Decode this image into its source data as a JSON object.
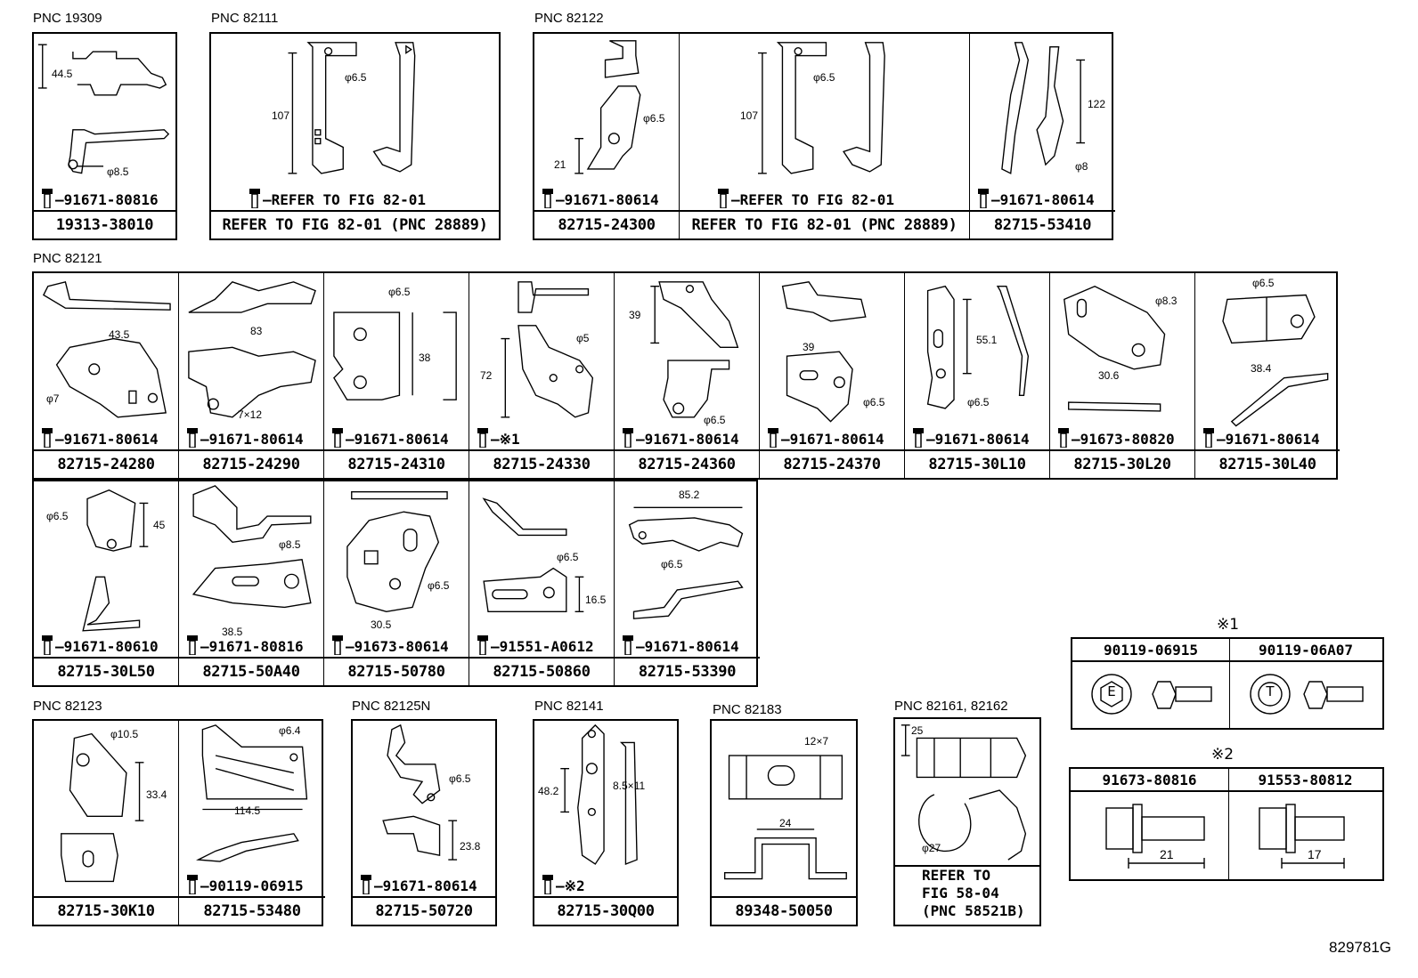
{
  "figure_id": "829781G",
  "groups": [
    {
      "pnc": "PNC 19309"
    },
    {
      "pnc": "PNC 82111"
    },
    {
      "pnc": "PNC 82122"
    },
    {
      "pnc": "PNC 82121"
    },
    {
      "pnc": "PNC 82123"
    },
    {
      "pnc": "PNC 82125N"
    },
    {
      "pnc": "PNC 82141"
    },
    {
      "pnc": "PNC 82183"
    },
    {
      "pnc": "PNC 82161, 82162"
    }
  ],
  "row1": [
    {
      "part": "19313-38010",
      "fastener": "91671-80816",
      "dims": [
        "44.5",
        "φ8.5"
      ]
    },
    {
      "part": "REFER TO FIG 82-01 (PNC 28889)",
      "fastener": "REFER TO FIG 82-01",
      "dims": [
        "107",
        "φ6.5"
      ]
    },
    {
      "part": "82715-24300",
      "fastener": "91671-80614",
      "dims": [
        "21",
        "φ6.5"
      ]
    },
    {
      "part": "REFER TO FIG 82-01 (PNC 28889)",
      "fastener": "REFER TO FIG 82-01",
      "dims": [
        "107",
        "φ6.5"
      ]
    },
    {
      "part": "82715-53410",
      "fastener": "91671-80614",
      "dims": [
        "122",
        "φ8"
      ]
    }
  ],
  "row2": [
    {
      "part": "82715-24280",
      "fastener": "91671-80614",
      "dims": [
        "43.5",
        "φ7"
      ]
    },
    {
      "part": "82715-24290",
      "fastener": "91671-80614",
      "dims": [
        "83",
        "7×12"
      ]
    },
    {
      "part": "82715-24310",
      "fastener": "91671-80614",
      "dims": [
        "φ6.5",
        "38"
      ]
    },
    {
      "part": "82715-24330",
      "fastener": "※1",
      "dims": [
        "φ5",
        "72"
      ]
    },
    {
      "part": "82715-24360",
      "fastener": "91671-80614",
      "dims": [
        "39",
        "φ6.5"
      ]
    },
    {
      "part": "82715-24370",
      "fastener": "91671-80614",
      "dims": [
        "39",
        "φ6.5"
      ]
    },
    {
      "part": "82715-30L10",
      "fastener": "91671-80614",
      "dims": [
        "55.1",
        "φ6.5"
      ]
    },
    {
      "part": "82715-30L20",
      "fastener": "91673-80820",
      "dims": [
        "φ8.3",
        "30.6"
      ]
    },
    {
      "part": "82715-30L40",
      "fastener": "91671-80614",
      "dims": [
        "φ6.5",
        "38.4"
      ]
    }
  ],
  "row3": [
    {
      "part": "82715-30L50",
      "fastener": "91671-80610",
      "dims": [
        "φ6.5",
        "45"
      ]
    },
    {
      "part": "82715-50A40",
      "fastener": "91671-80816",
      "dims": [
        "φ8.5",
        "38.5"
      ]
    },
    {
      "part": "82715-50780",
      "fastener": "91673-80614",
      "dims": [
        "φ6.5",
        "30.5"
      ]
    },
    {
      "part": "82715-50860",
      "fastener": "91551-A0612",
      "dims": [
        "φ6.5",
        "16.5"
      ]
    },
    {
      "part": "82715-53390",
      "fastener": "91671-80614",
      "dims": [
        "85.2",
        "φ6.5"
      ]
    }
  ],
  "row4": [
    {
      "part": "82715-30K10",
      "dims": [
        "φ10.5",
        "33.4"
      ]
    },
    {
      "part": "82715-53480",
      "fastener": "90119-06915",
      "dims": [
        "φ6.4",
        "114.5"
      ]
    },
    {
      "part": "82715-50720",
      "fastener": "91671-80614",
      "dims": [
        "φ6.5",
        "23.8"
      ]
    },
    {
      "part": "82715-30Q00",
      "fastener": "※2",
      "dims": [
        "48.2",
        "8.5×11"
      ]
    },
    {
      "part": "89348-50050",
      "dims": [
        "12×7",
        "24"
      ]
    },
    {
      "part_lines": [
        "REFER TO",
        "FIG 58-04",
        "(PNC 58521B)"
      ],
      "dims": [
        "25",
        "φ27"
      ]
    }
  ],
  "note1": {
    "mark": "※1",
    "cols": [
      {
        "part": "90119-06915",
        "head_letter": "E"
      },
      {
        "part": "90119-06A07",
        "head_letter": "T"
      }
    ]
  },
  "note2": {
    "mark": "※2",
    "cols": [
      {
        "part": "91673-80816",
        "dim": "21"
      },
      {
        "part": "91553-80812",
        "dim": "17"
      }
    ]
  }
}
